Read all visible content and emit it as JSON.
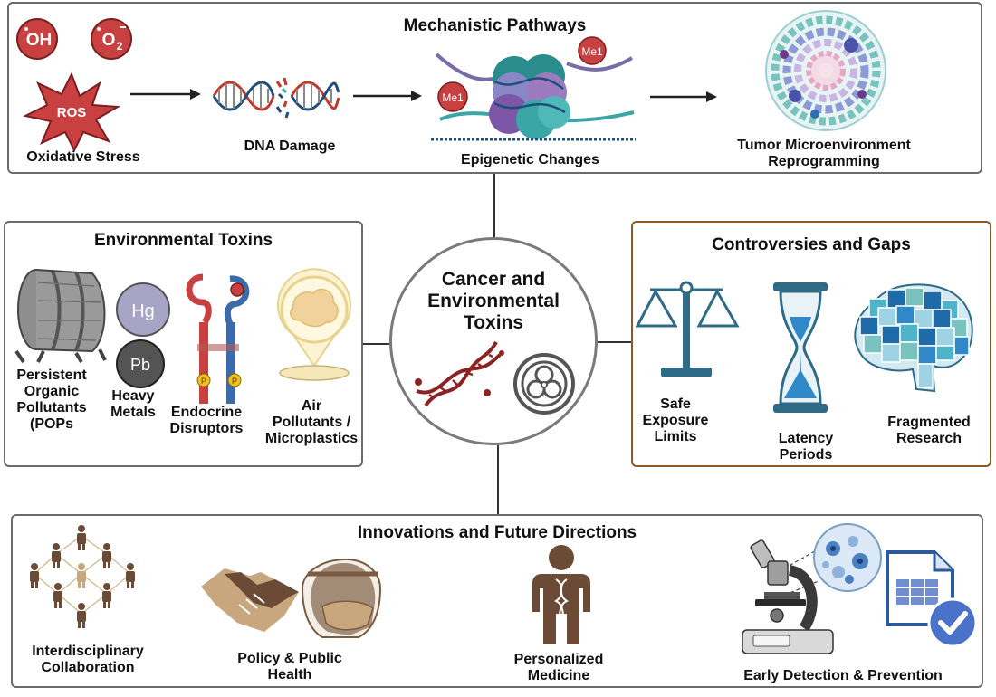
{
  "center": {
    "title_lines": [
      "Cancer and",
      "Environmental",
      "Toxins"
    ]
  },
  "mechanistic": {
    "title": "Mechanistic Pathways",
    "oh": "OH",
    "o2": "O",
    "o2_sub": "2",
    "ros": "ROS",
    "me1": "Me1",
    "oxidative_stress": "Oxidative Stress",
    "dna_damage": "DNA Damage",
    "epigenetic": "Epigenetic Changes",
    "tumor_lines": [
      "Tumor Microenvironment",
      "Reprogramming"
    ]
  },
  "toxins": {
    "title": "Environmental Toxins",
    "hg": "Hg",
    "pb": "Pb",
    "p": "P",
    "pops_lines": [
      "Persistent",
      "Organic",
      "Pollutants",
      "(POPs"
    ],
    "heavy_lines": [
      "Heavy",
      "Metals"
    ],
    "endocrine_lines": [
      "Endocrine",
      "Disruptors"
    ],
    "air_lines": [
      "Air",
      "Pollutants /",
      "Microplastics"
    ]
  },
  "controversies": {
    "title": "Controversies and  Gaps",
    "safe_lines": [
      "Safe",
      "Exposure",
      "Limits"
    ],
    "latency_lines": [
      "Latency",
      "Periods"
    ],
    "fragmented_lines": [
      "Fragmented",
      "Research"
    ]
  },
  "innovations": {
    "title": "Innovations and Future Directions",
    "collab_lines": [
      "Interdisciplinary",
      "Collaboration"
    ],
    "policy_lines": [
      "Policy & Public",
      "Health"
    ],
    "personalized_lines": [
      "Personalized",
      "Medicine"
    ],
    "early": "Early Detection & Prevention"
  },
  "colors": {
    "ros_red": "#c0392b",
    "dna_red": "#c0392b",
    "dna_blue": "#1f4e79",
    "brown_figure": "#6b4b36",
    "teal": "#3aa6a6",
    "sand_blue": "#2f88c8"
  }
}
